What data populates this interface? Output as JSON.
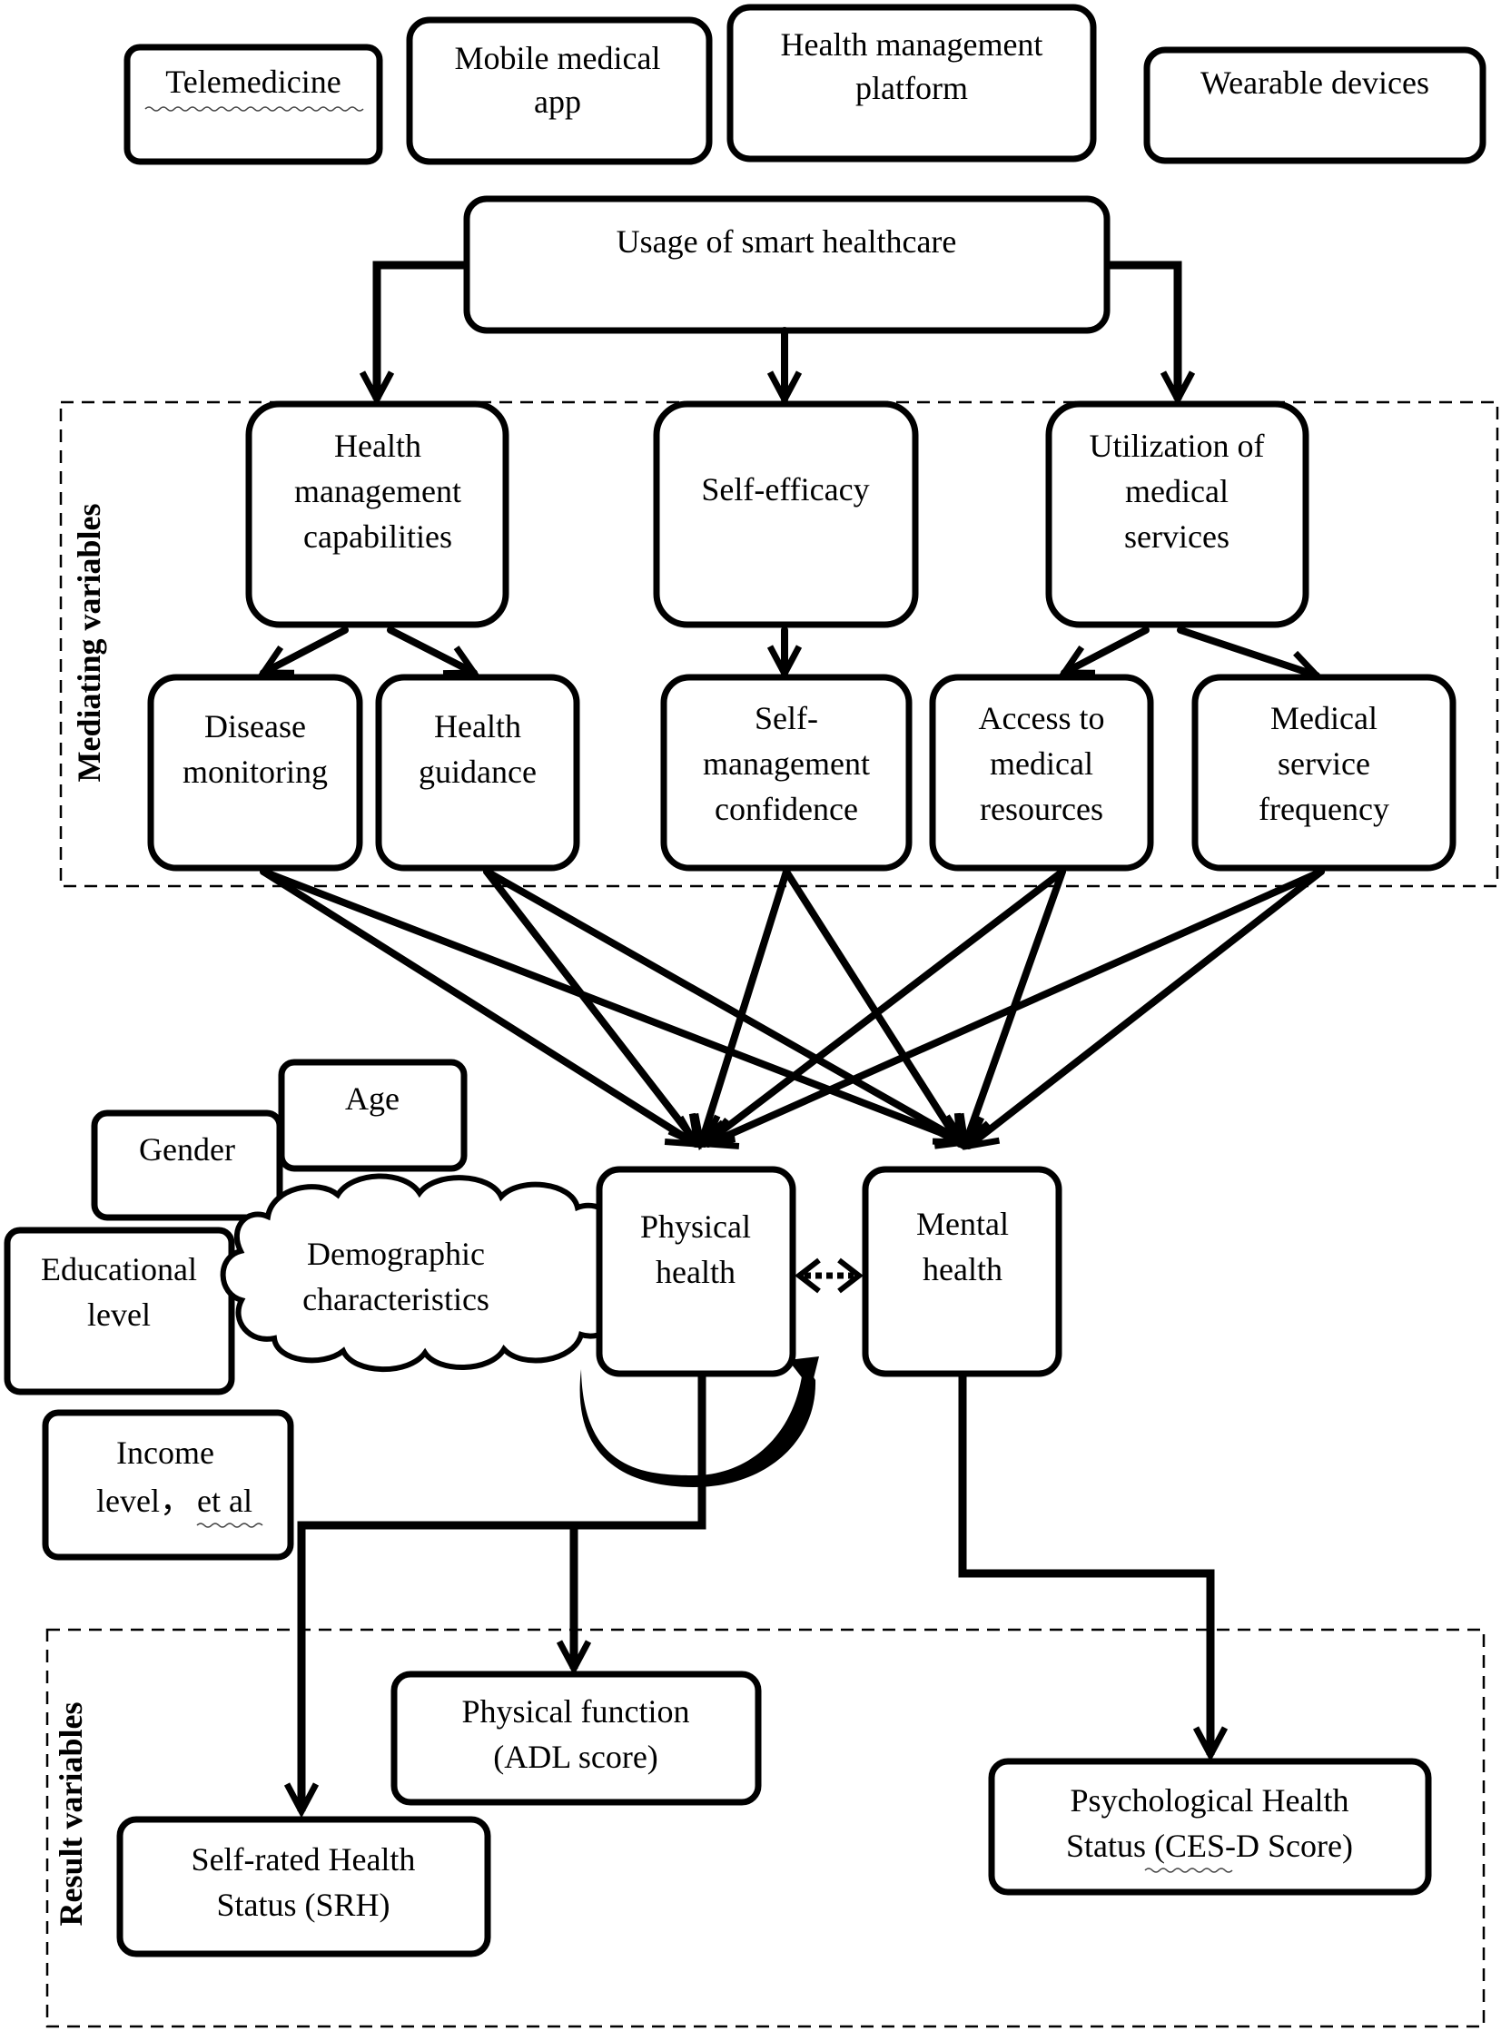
{
  "technologies": [
    "Telemedicine",
    "Mobile medical app",
    "Health management platform",
    "Wearable devices"
  ],
  "usage": "Usage of smart healthcare",
  "mediating": {
    "section_label": "Mediating variables",
    "health_management": "Health management capabilities",
    "self_efficacy": "Self-efficacy",
    "utilization": "Utilization of medical services",
    "disease_monitoring": "Disease monitoring",
    "health_guidance": "Health guidance",
    "self_management": "Self-management confidence",
    "access_resources": "Access to medical resources",
    "service_frequency": "Medical service frequency"
  },
  "demographics": {
    "center": "Demographic characteristics",
    "age": "Age",
    "gender": "Gender",
    "education": "Educational level",
    "income": "Income level， et al"
  },
  "health": {
    "physical": "Physical health",
    "mental": "Mental health"
  },
  "results": {
    "section_label": "Result variables",
    "physical_function": "Physical function (ADL score)",
    "srh": "Self-rated Health Status (SRH)",
    "psychological": "Psychological Health Status (CES-D Score)"
  }
}
